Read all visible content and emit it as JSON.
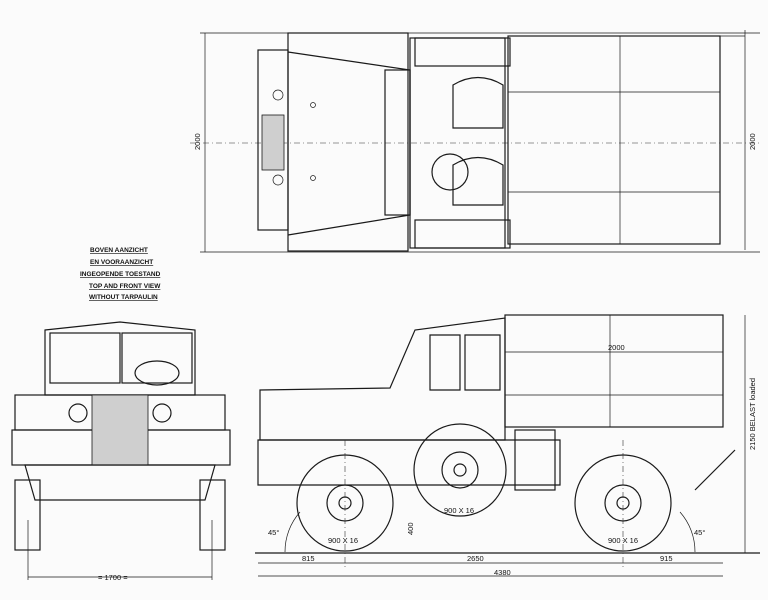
{
  "title_block": {
    "lines": [
      "BOVEN AANZICHT",
      "EN VOORAANZICHT",
      "INGEOPENDE TOESTAND",
      "TOP AND FRONT VIEW",
      "WITHOUT TARPAULIN"
    ]
  },
  "dimensions": {
    "top_width_left": "2000",
    "top_width_right": "2000",
    "bed_length": "2000",
    "height_loaded": "2150  BELAST  loaded",
    "front_track": "= 1700 =",
    "ground_clearance": "400",
    "approach_angle": "45°",
    "departure_angle": "45°",
    "front_overhang": "815",
    "wheelbase": "2650",
    "rear_overhang": "915",
    "overall_length": "4380"
  },
  "tyres": {
    "front": "900 X 16",
    "middle": "900 X 16",
    "rear": "900 X 16"
  }
}
